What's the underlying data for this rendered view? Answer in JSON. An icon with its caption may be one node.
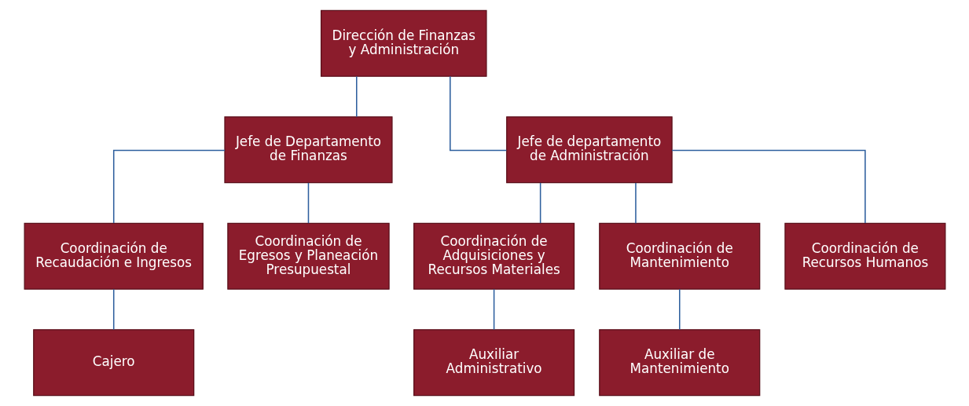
{
  "diagram": {
    "nodes": [
      {
        "text": [
          "Dirección de Finanzas y Administración"
        ]
      },
      {
        "text": [
          "Jefe de Departamento de Finanzas"
        ]
      },
      {
        "text": [
          "Jefe de departamento de Administración"
        ]
      },
      {
        "text": [
          "Coordinación de Recaudación e Ingresos"
        ]
      },
      {
        "text": [
          "Coordinación de Egresos y Planeación Presupuestal"
        ]
      },
      {
        "text": [
          "Coordinación de Adquisiciones y Recursos Materiales"
        ]
      },
      {
        "text": [
          "Coordinación de Mantenimiento"
        ]
      },
      {
        "text": [
          "Coordinación de Recursos Humanos"
        ]
      },
      {
        "text": [
          "Cajero"
        ]
      },
      {
        "text": [
          "Auxiliar Administrativo"
        ]
      },
      {
        "text": [
          "Auxiliar de Mantenimiento"
        ]
      }
    ],
    "edges": [
      {
        "from": 0,
        "to": 1,
        "arrow": "none"
      },
      {
        "from": 0,
        "to": 2,
        "arrow": "none"
      },
      {
        "from": 1,
        "to": 3,
        "arrow": "none"
      },
      {
        "from": 1,
        "to": 4,
        "arrow": "none"
      },
      {
        "from": 2,
        "to": 5,
        "arrow": "none"
      },
      {
        "from": 2,
        "to": 6,
        "arrow": "none"
      },
      {
        "from": 2,
        "to": 7,
        "arrow": "none"
      },
      {
        "from": 3,
        "to": 8,
        "arrow": "none"
      },
      {
        "from": 5,
        "to": 9,
        "arrow": "none"
      },
      {
        "from": 6,
        "to": 10,
        "arrow": "none"
      }
    ]
  }
}
